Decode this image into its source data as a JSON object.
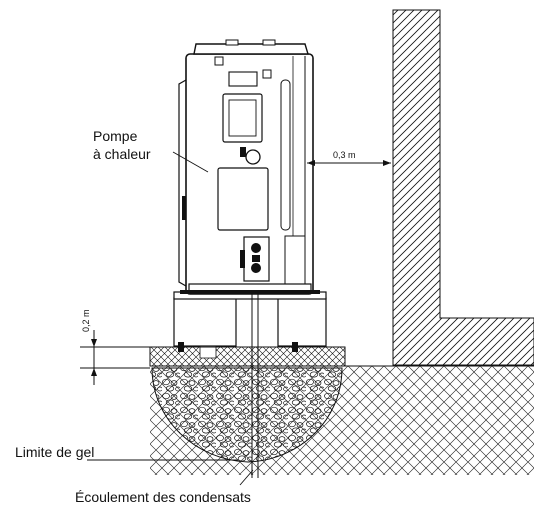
{
  "labels": {
    "heat_pump_line1": "Pompe",
    "heat_pump_line2": "à chaleur",
    "wall_clearance": "0,3 m",
    "height_clearance": "0,2 m",
    "frost_limit": "Limite de gel",
    "condensate_drain": "Écoulement des condensats"
  },
  "colors": {
    "line": "#111111",
    "background": "#ffffff"
  }
}
